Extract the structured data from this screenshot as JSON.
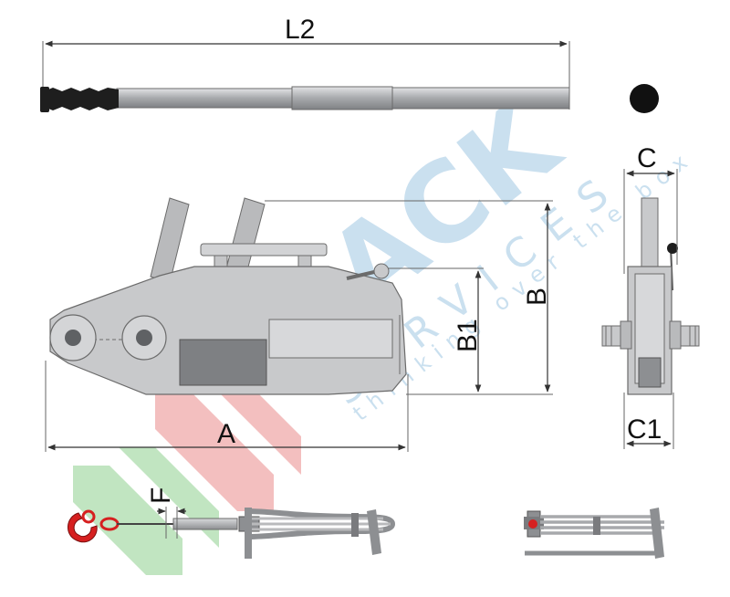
{
  "dimensions": {
    "l2": "L2",
    "a": "A",
    "b": "B",
    "b1": "B1",
    "c": "C",
    "c1": "C1",
    "f": "F"
  },
  "watermark": {
    "brand": "RACK",
    "sub": "SERVICES",
    "tagline": "thinking over the box"
  },
  "colors": {
    "body": "#c8c9cb",
    "outline": "#6b6b6b",
    "dim_line": "#333333",
    "grip": "#1e1e1e",
    "hook": "#d62020",
    "watermark_blue": "#9fc6e2",
    "watermark_red": "#e98a8a",
    "watermark_green": "#8fd08f"
  }
}
